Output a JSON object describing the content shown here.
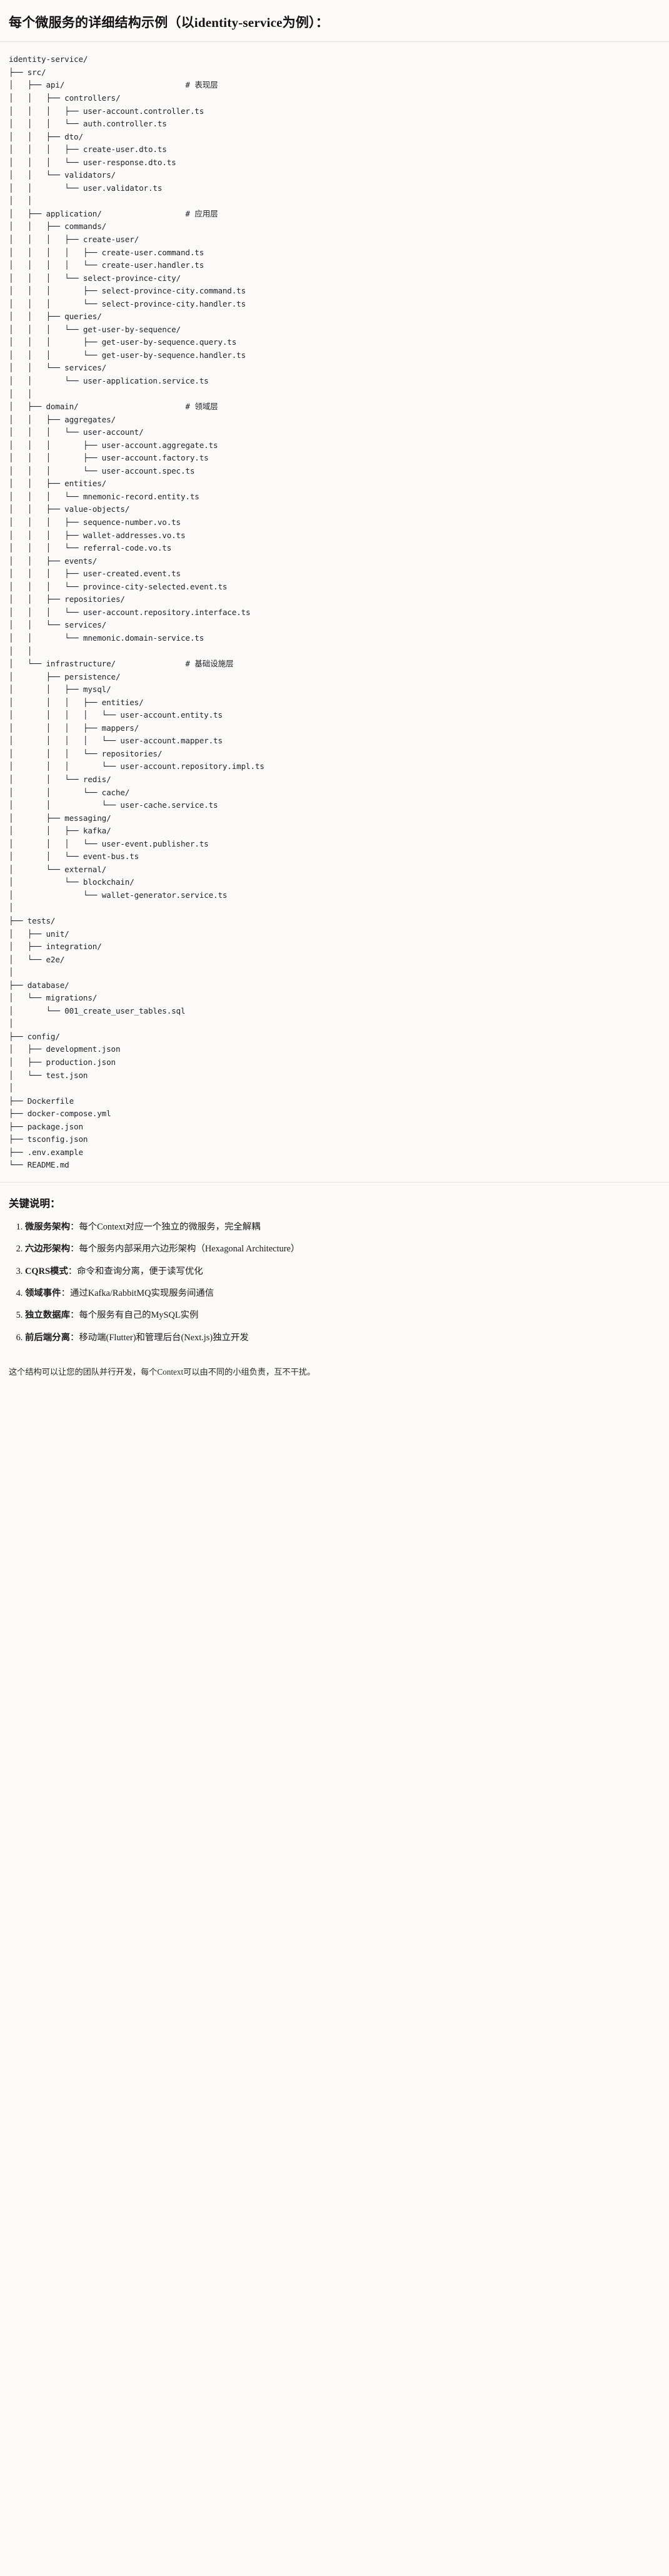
{
  "header": {
    "title": "每个微服务的详细结构示例（以identity-service为例）："
  },
  "tree": {
    "root": "identity-service/",
    "lines": [
      "identity-service/",
      "├── src/",
      "│   ├── api/                          # 表现层",
      "│   │   ├── controllers/",
      "│   │   │   ├── user-account.controller.ts",
      "│   │   │   └── auth.controller.ts",
      "│   │   ├── dto/",
      "│   │   │   ├── create-user.dto.ts",
      "│   │   │   └── user-response.dto.ts",
      "│   │   └── validators/",
      "│   │       └── user.validator.ts",
      "│   │",
      "│   ├── application/                  # 应用层",
      "│   │   ├── commands/",
      "│   │   │   ├── create-user/",
      "│   │   │   │   ├── create-user.command.ts",
      "│   │   │   │   └── create-user.handler.ts",
      "│   │   │   └── select-province-city/",
      "│   │   │       ├── select-province-city.command.ts",
      "│   │   │       └── select-province-city.handler.ts",
      "│   │   ├── queries/",
      "│   │   │   └── get-user-by-sequence/",
      "│   │   │       ├── get-user-by-sequence.query.ts",
      "│   │   │       └── get-user-by-sequence.handler.ts",
      "│   │   └── services/",
      "│   │       └── user-application.service.ts",
      "│   │",
      "│   ├── domain/                       # 领域层",
      "│   │   ├── aggregates/",
      "│   │   │   └── user-account/",
      "│   │   │       ├── user-account.aggregate.ts",
      "│   │   │       ├── user-account.factory.ts",
      "│   │   │       └── user-account.spec.ts",
      "│   │   ├── entities/",
      "│   │   │   └── mnemonic-record.entity.ts",
      "│   │   ├── value-objects/",
      "│   │   │   ├── sequence-number.vo.ts",
      "│   │   │   ├── wallet-addresses.vo.ts",
      "│   │   │   └── referral-code.vo.ts",
      "│   │   ├── events/",
      "│   │   │   ├── user-created.event.ts",
      "│   │   │   └── province-city-selected.event.ts",
      "│   │   ├── repositories/",
      "│   │   │   └── user-account.repository.interface.ts",
      "│   │   └── services/",
      "│   │       └── mnemonic.domain-service.ts",
      "│   │",
      "│   └── infrastructure/               # 基础设施层",
      "│       ├── persistence/",
      "│       │   ├── mysql/",
      "│       │   │   ├── entities/",
      "│       │   │   │   └── user-account.entity.ts",
      "│       │   │   ├── mappers/",
      "│       │   │   │   └── user-account.mapper.ts",
      "│       │   │   └── repositories/",
      "│       │   │       └── user-account.repository.impl.ts",
      "│       │   └── redis/",
      "│       │       └── cache/",
      "│       │           └── user-cache.service.ts",
      "│       ├── messaging/",
      "│       │   ├── kafka/",
      "│       │   │   └── user-event.publisher.ts",
      "│       │   └── event-bus.ts",
      "│       └── external/",
      "│           └── blockchain/",
      "│               └── wallet-generator.service.ts",
      "│",
      "├── tests/",
      "│   ├── unit/",
      "│   ├── integration/",
      "│   └── e2e/",
      "│",
      "├── database/",
      "│   └── migrations/",
      "│       └── 001_create_user_tables.sql",
      "│",
      "├── config/",
      "│   ├── development.json",
      "│   ├── production.json",
      "│   └── test.json",
      "│",
      "├── Dockerfile",
      "├── docker-compose.yml",
      "├── package.json",
      "├── tsconfig.json",
      "├── .env.example",
      "└── README.md"
    ],
    "layer_comments": [
      "# 表现层",
      "# 应用层",
      "# 领域层",
      "# 基础设施层"
    ]
  },
  "notes": {
    "title": "关键说明：",
    "items": [
      {
        "label": "微服务架构",
        "text": "：每个Context对应一个独立的微服务，完全解耦"
      },
      {
        "label": "六边形架构",
        "text": "：每个服务内部采用六边形架构（Hexagonal Architecture）"
      },
      {
        "label": "CQRS模式",
        "text": "：命令和查询分离，便于读写优化"
      },
      {
        "label": "领域事件",
        "text": "：通过Kafka/RabbitMQ实现服务间通信"
      },
      {
        "label": "独立数据库",
        "text": "：每个服务有自己的MySQL实例"
      },
      {
        "label": "前后端分离",
        "text": "：移动端(Flutter)和管理后台(Next.js)独立开发"
      }
    ],
    "closing": "这个结构可以让您的团队并行开发，每个Context可以由不同的小组负责，互不干扰。"
  },
  "colors": {
    "background": "#fbfaf8",
    "text": "#1b1b1b",
    "code_text": "#20242a",
    "divider": "#e6e4e0"
  }
}
